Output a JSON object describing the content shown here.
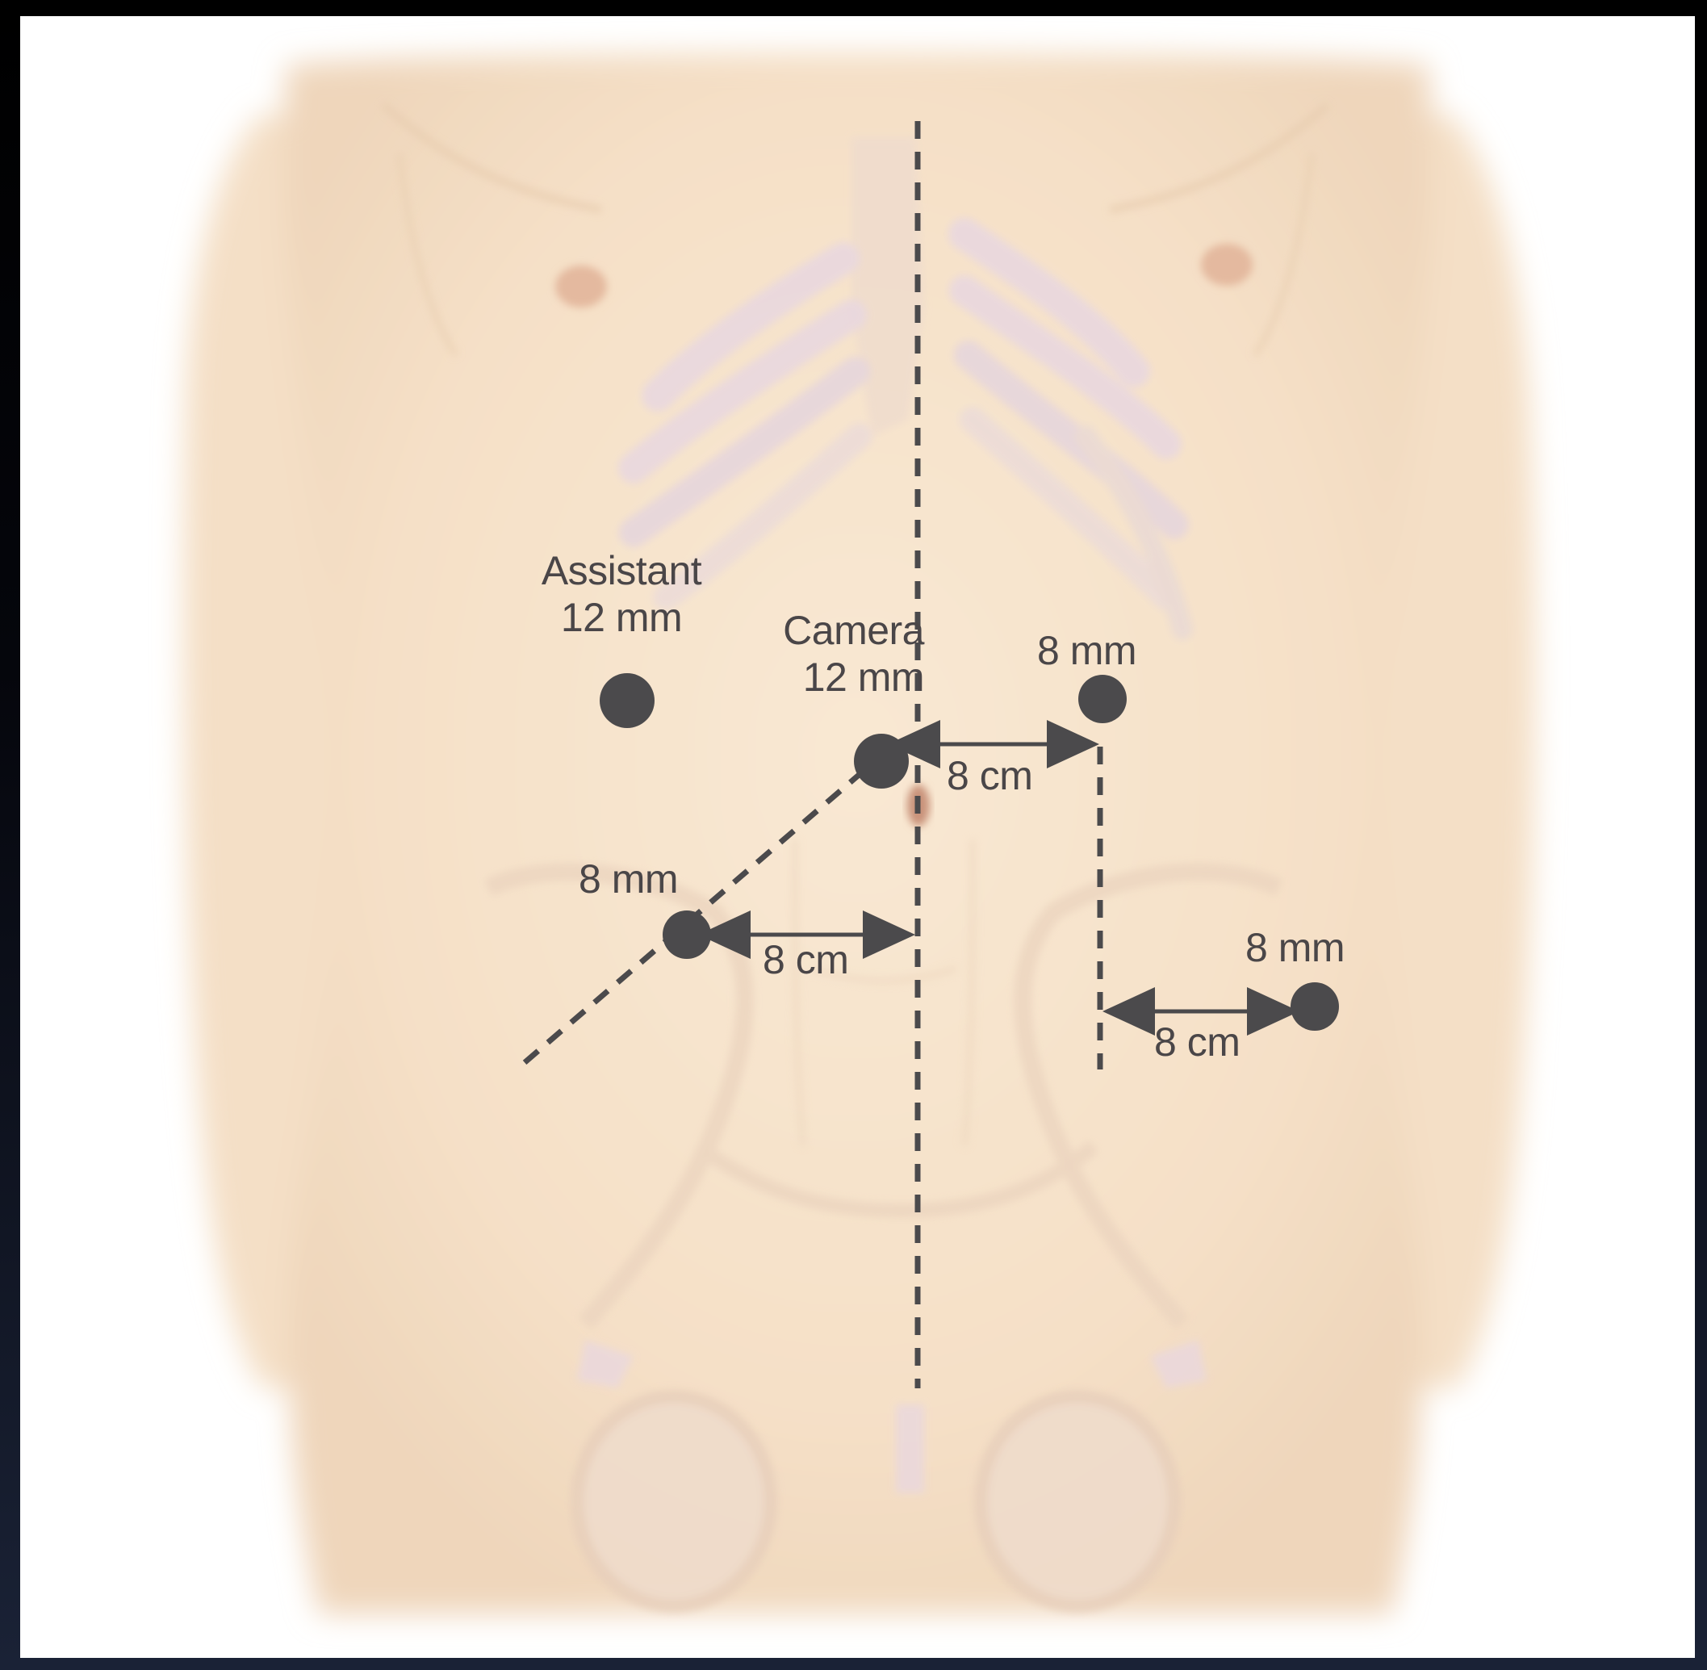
{
  "figure": {
    "colors": {
      "background": "#ffffff",
      "skin": "#f6e3cc",
      "skin_shadow": "#ecd2b6",
      "bone": "#efddd0",
      "rib_highlight": "#e6d3dc",
      "port": "#4b4a4c",
      "line": "#4b4a4c",
      "label_text": "#4a4648"
    },
    "ports": [
      {
        "name": "assistant",
        "label_lines": [
          "Assistant",
          "12 mm"
        ]
      },
      {
        "name": "camera",
        "label_lines": [
          "Camera",
          "12 mm"
        ]
      },
      {
        "name": "upper-right-arm",
        "label_lines": [
          "8 mm"
        ]
      },
      {
        "name": "left-arm",
        "label_lines": [
          "8 mm"
        ]
      },
      {
        "name": "lower-right-arm",
        "label_lines": [
          "8 mm"
        ]
      }
    ],
    "distances": [
      {
        "label": "8 cm"
      },
      {
        "label": "8 cm"
      },
      {
        "label": "8 cm"
      }
    ],
    "icons": {
      "port": "filled-circle",
      "midline": "dashed-line",
      "measure": "double-arrow"
    }
  }
}
